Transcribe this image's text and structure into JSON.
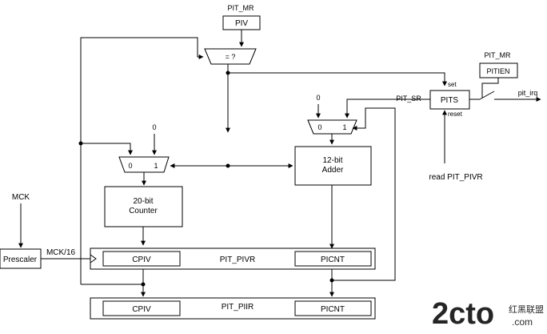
{
  "registers": {
    "pit_mr_top": "PIT_MR",
    "piv": "PIV",
    "comparator": "= ?",
    "pit_mr_right": "PIT_MR",
    "pitien": "PITIEN",
    "pit_irq": "pit_irq",
    "pit_sr": "PIT_SR",
    "pits": "PITS",
    "set": "set",
    "reset": "reset",
    "read_pivr": "read PIT_PIVR"
  },
  "mux_left": {
    "zero_in": "0",
    "in0": "0",
    "in1": "1"
  },
  "mux_right": {
    "zero_in": "0",
    "in0": "0",
    "in1": "1"
  },
  "counter": {
    "line1": "20-bit",
    "line2": "Counter"
  },
  "adder": {
    "line1": "12-bit",
    "line2": "Adder"
  },
  "mck": "MCK",
  "prescaler": "Prescaler",
  "mck16": "MCK/16",
  "pit_pivr": {
    "name": "PIT_PIVR",
    "cpiv": "CPIV",
    "picnt": "PICNT"
  },
  "pit_piir": {
    "name": "PIT_PIIR",
    "cpiv": "CPIV",
    "picnt": "PICNT"
  },
  "watermark": {
    "brand": "2cto",
    "suffix": ".com",
    "cn": "红黑联盟"
  },
  "colors": {
    "line": "#000000",
    "watermark": "#e8a030",
    "watermark_grey": "#a0a0a0"
  }
}
